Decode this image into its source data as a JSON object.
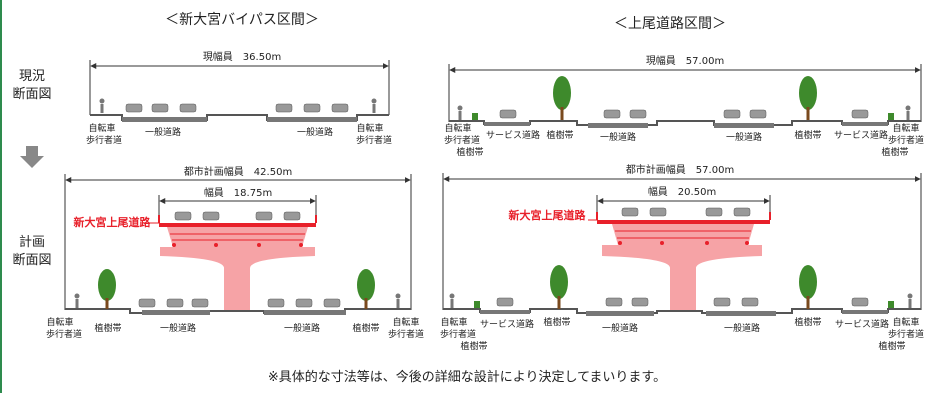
{
  "sections": {
    "shin_omiya": "＜新大宮バイパス区間＞",
    "kamio": "＜上尾道路区間＞"
  },
  "row_labels": {
    "current": [
      "現況",
      "断面図"
    ],
    "plan": [
      "計画",
      "断面図"
    ]
  },
  "widths": {
    "left_current": "現幅員　36.50m",
    "left_plan": "都市計画幅員　42.50m",
    "left_viaduct": "幅員　18.75m",
    "right_current": "現幅員　57.00m",
    "right_plan": "都市計画幅員　57.00m",
    "right_viaduct": "幅員　20.50m"
  },
  "viaduct_name": "新大宮上尾道路",
  "road_parts": {
    "bicycle_ped": [
      "自転車",
      "歩行者道"
    ],
    "general_road": "一般道路",
    "service_road": "サービス道路",
    "planting": "植樹帯"
  },
  "footnote": "※具体的な寸法等は、今後の詳細な設計により決定してまいります。",
  "colors": {
    "viaduct_red": "#e8202a",
    "viaduct_fill": "#f6a3a6",
    "tree_green": "#3e8a2c",
    "border_green": "#2e8b4e",
    "arrow_gray": "#888888"
  }
}
